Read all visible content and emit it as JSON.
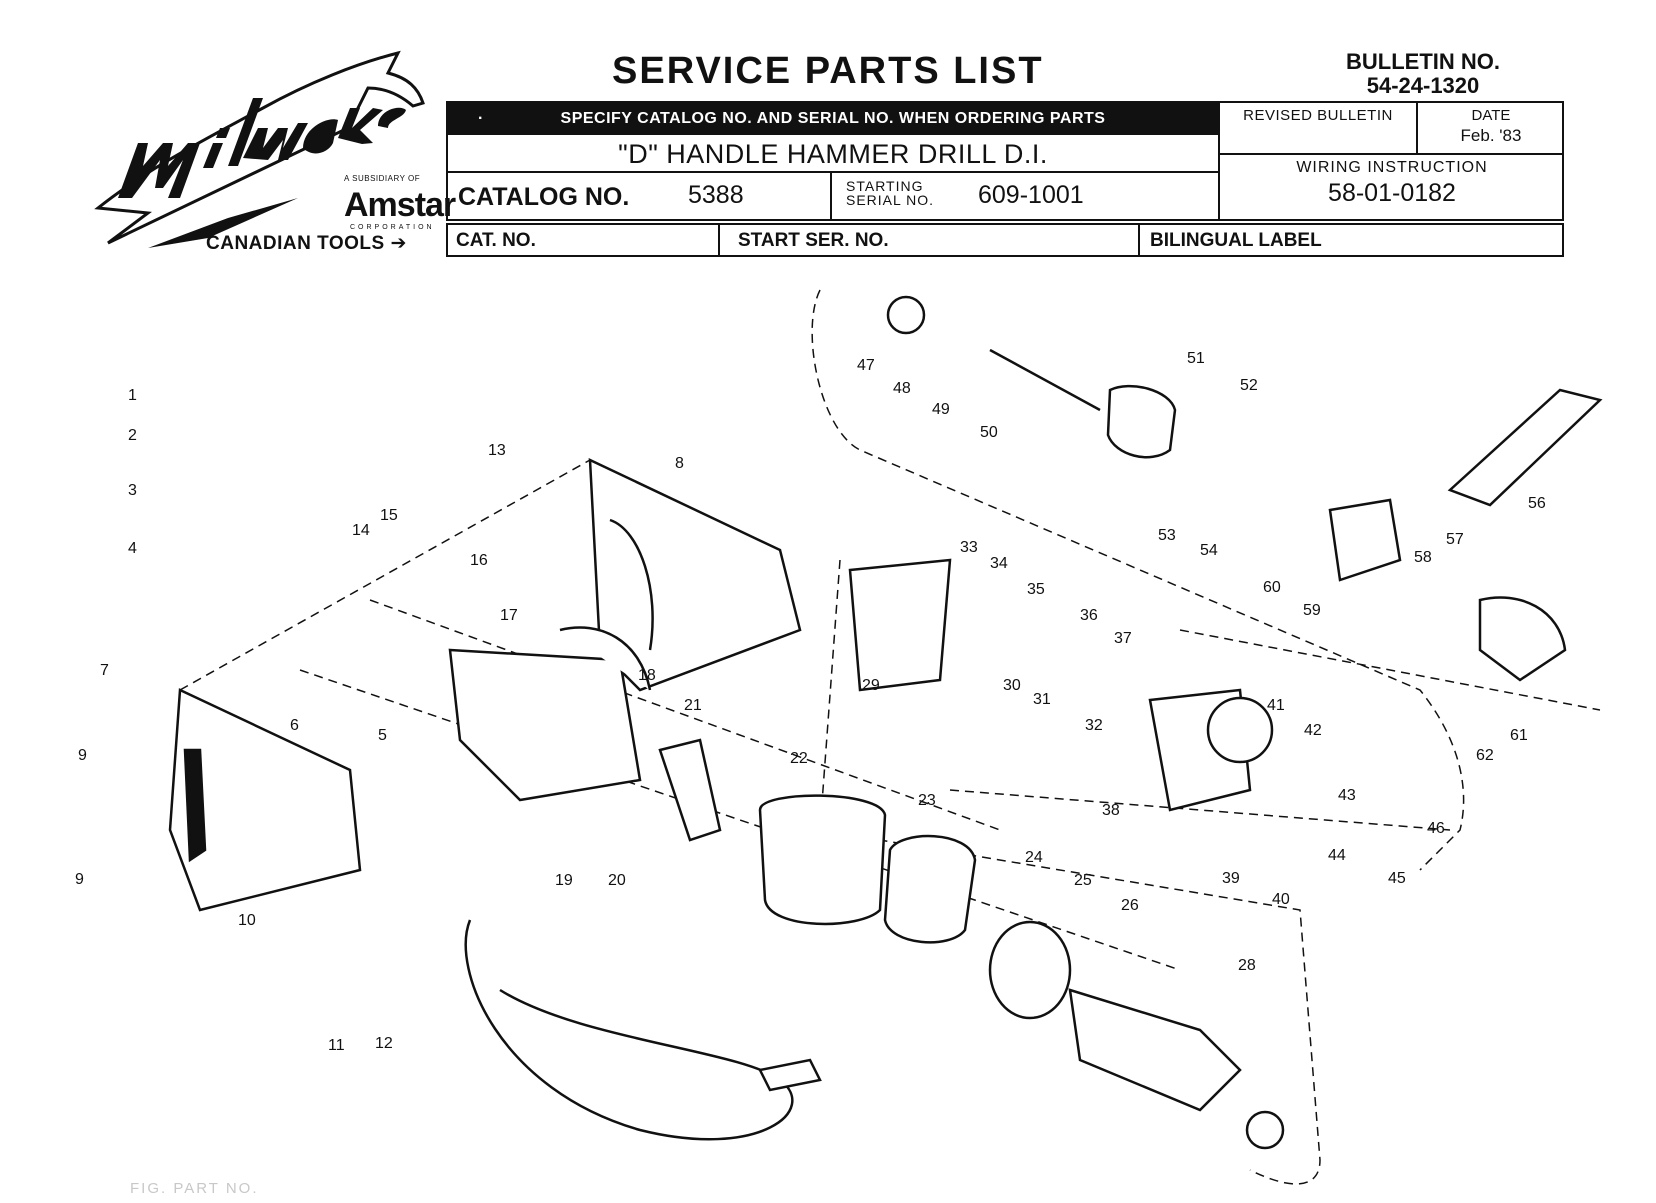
{
  "brand": {
    "name": "Milwaukee",
    "subsidiary": "A SUBSIDIARY OF",
    "parent": "Amstar",
    "parent_sub": "CORPORATION"
  },
  "header": {
    "title": "SERVICE PARTS LIST",
    "bulletin_label": "BULLETIN NO.",
    "bulletin_value": "54-24-1320",
    "specify_note": "SPECIFY CATALOG NO. AND SERIAL NO. WHEN ORDERING PARTS",
    "product_name": "\"D\" HANDLE HAMMER DRILL D.I.",
    "catalog_label": "CATALOG NO.",
    "catalog_value": "5388",
    "starting_label": "STARTING",
    "serial_label": "SERIAL NO.",
    "serial_value": "609-1001",
    "revised_label": "REVISED BULLETIN",
    "date_label": "DATE",
    "date_value": "Feb. '83",
    "wiring_label": "WIRING INSTRUCTION",
    "wiring_value": "58-01-0182"
  },
  "canadian": {
    "label": "CANADIAN TOOLS",
    "arrow": "➔",
    "cat_no": "CAT. NO.",
    "start_ser_no": "START SER. NO.",
    "bilingual_label": "BILINGUAL LABEL"
  },
  "part_numbers": [
    "1",
    "2",
    "3",
    "4",
    "5",
    "6",
    "7",
    "8",
    "9",
    "9",
    "10",
    "11",
    "12",
    "13",
    "14",
    "15",
    "16",
    "17",
    "18",
    "19",
    "20",
    "21",
    "22",
    "23",
    "24",
    "25",
    "26",
    "28",
    "29",
    "30",
    "31",
    "32",
    "33",
    "34",
    "35",
    "36",
    "37",
    "38",
    "39",
    "40",
    "41",
    "42",
    "43",
    "44",
    "45",
    "46",
    "47",
    "48",
    "49",
    "50",
    "51",
    "52",
    "53",
    "54",
    "56",
    "57",
    "58",
    "59",
    "60",
    "61",
    "62"
  ],
  "footer_faint": "FIG.    PART NO."
}
